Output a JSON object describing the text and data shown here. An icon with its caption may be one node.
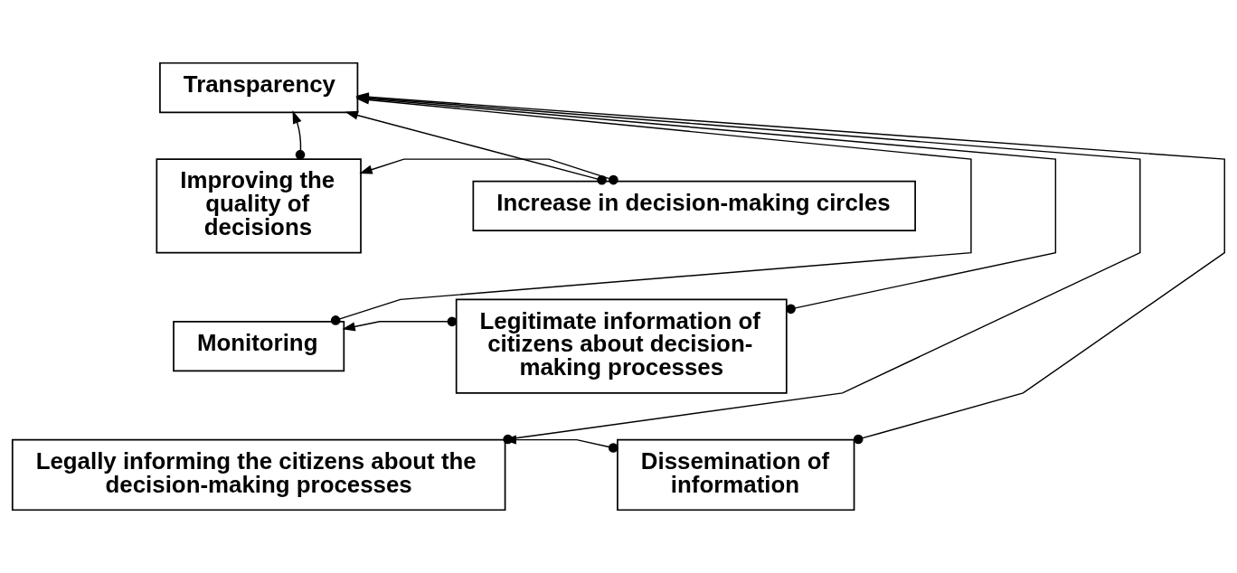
{
  "diagram": {
    "nodes": [
      {
        "text": [
          "Transparency"
        ]
      },
      {
        "text": [
          "Improving the quality of decisions"
        ]
      },
      {
        "text": [
          "Increase in decision-making circles"
        ]
      },
      {
        "text": [
          "Monitoring"
        ]
      },
      {
        "text": [
          "Legitimate information of citizens about decision-making processes"
        ]
      },
      {
        "text": [
          "Legally informing the citizens about the decision-making processes"
        ]
      },
      {
        "text": [
          "Dissemination of information"
        ]
      }
    ],
    "edges": [
      {
        "from": 2,
        "to": 1,
        "arrow": "to"
      },
      {
        "from": 4,
        "to": 3,
        "arrow": "to"
      },
      {
        "from": 6,
        "to": 5,
        "arrow": "to"
      },
      {
        "from": 1,
        "to": 0,
        "arrow": "to"
      },
      {
        "from": 3,
        "to": 0,
        "arrow": "to"
      },
      {
        "from": 5,
        "to": 0,
        "arrow": "to"
      },
      {
        "from": 2,
        "to": 0,
        "arrow": "to"
      },
      {
        "from": 4,
        "to": 0,
        "arrow": "to"
      },
      {
        "from": 6,
        "to": 0,
        "arrow": "to"
      }
    ]
  }
}
